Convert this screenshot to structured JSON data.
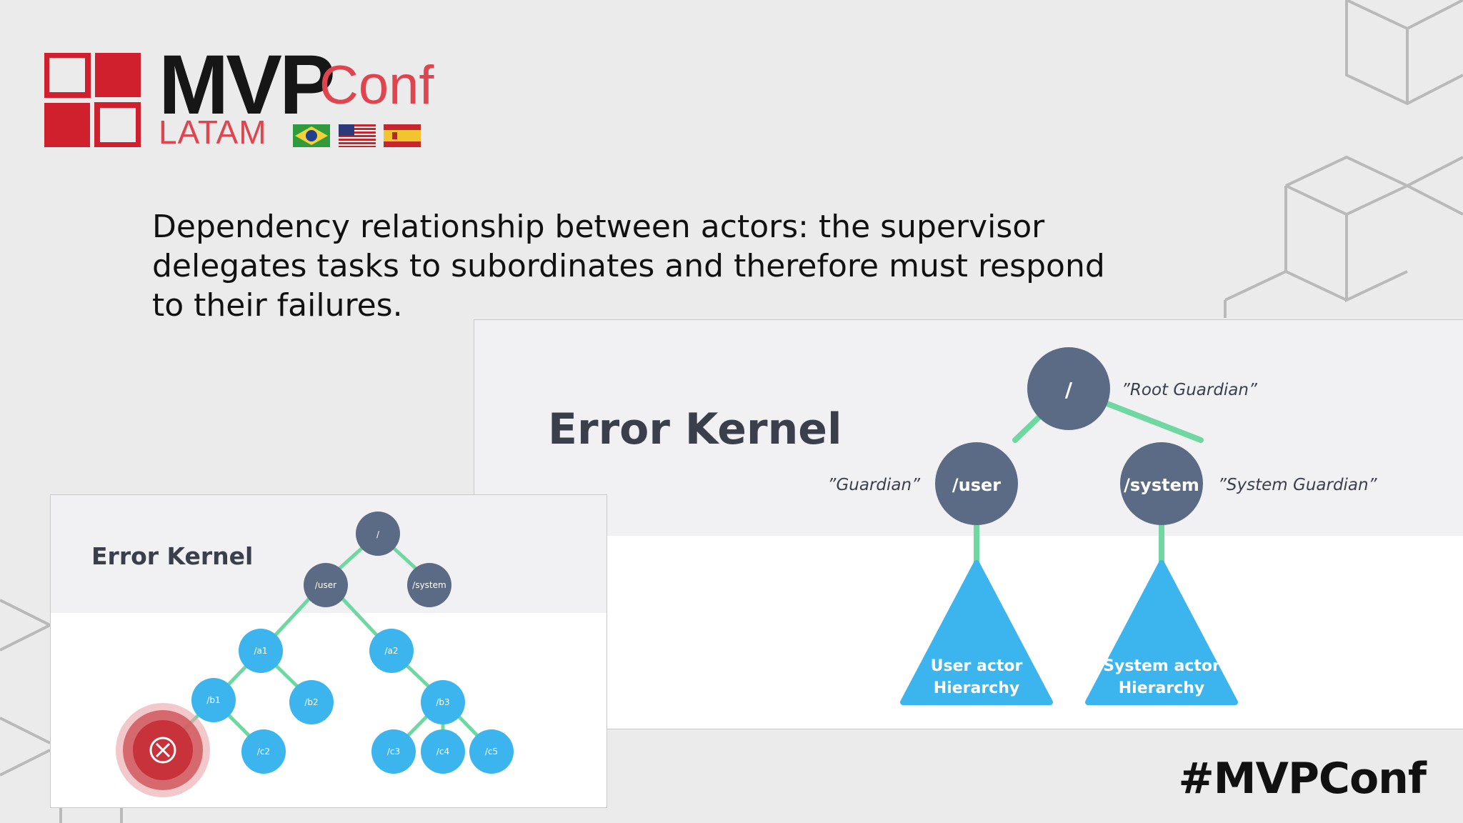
{
  "logo": {
    "brand": "MVP",
    "brand_suffix": "Conf",
    "region": "LATAM",
    "flags": [
      "brazil-flag",
      "usa-flag",
      "spain-flag"
    ]
  },
  "description": "Dependency relationship between actors: the supervisor delegates tasks to subordinates and therefore must respond to their failures.",
  "big_slide": {
    "title": "Error Kernel",
    "root": {
      "label": "/",
      "caption": "”Root Guardian”"
    },
    "user": {
      "label": "/user",
      "caption": "”Guardian”"
    },
    "system": {
      "label": "/system",
      "caption": "”System Guardian”"
    },
    "user_hierarchy": {
      "line1": "User actor",
      "line2": "Hierarchy"
    },
    "system_hierarchy": {
      "line1": "System actor",
      "line2": "Hierarchy"
    }
  },
  "small_slide": {
    "title": "Error Kernel",
    "nodes": {
      "root": "/",
      "user": "/user",
      "system": "/system",
      "a1": "/a1",
      "a2": "/a2",
      "b1": "/b1",
      "b2": "/b2",
      "b3": "/b3",
      "c2": "/c2",
      "c3": "/c3",
      "c4": "/c4",
      "c5": "/c5"
    },
    "failed_icon": "close-icon"
  },
  "hashtag": "#MVPConf",
  "colors": {
    "brand_red": "#d0202e",
    "accent_red": "#e0454f",
    "guardian_node": "#5b6a85",
    "actor_node": "#3cb4ee",
    "edge": "#6fd8a0",
    "failure": "#c8323a"
  }
}
